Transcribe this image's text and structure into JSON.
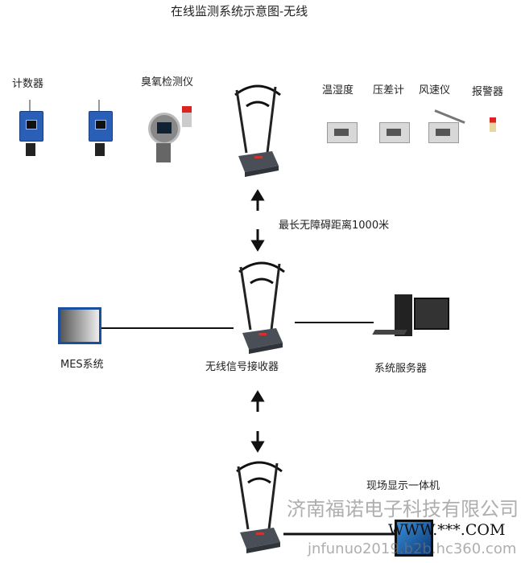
{
  "title": "在线监测系统示意图-无线",
  "sensors": {
    "counter": "计数器",
    "ozone": "臭氧检测仪",
    "temp_humidity": "温湿度",
    "pressure_diff": "压差计",
    "anemometer": "风速仪",
    "alarm": "报警器"
  },
  "distance_label": "最长无障碍距离1000米",
  "nodes": {
    "mes": "MES系统",
    "receiver": "无线信号接收器",
    "server": "系统服务器",
    "display": "现场显示一体机"
  },
  "watermark": {
    "company": "济南福诺电子科技有限公司",
    "site": "WWW.***.COM",
    "url": "jnfunuo2019.b2b.hc360.com"
  }
}
